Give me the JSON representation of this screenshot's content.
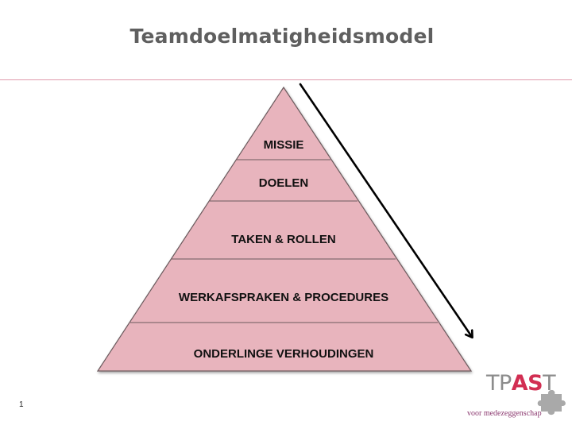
{
  "slide": {
    "title": "Teamdoelmatigheidsmodel",
    "page_number": "1"
  },
  "pyramid": {
    "fill_color": "#e8b4bd",
    "line_color": "#6b5a5d",
    "levels": [
      "MISSIE",
      "DOELEN",
      "TAKEN & ROLLEN",
      "WERKAFSPRAKEN & PROCEDURES",
      "ONDERLINGE VERHOUDINGEN"
    ]
  },
  "arrow": {
    "color": "#000000"
  },
  "logo": {
    "word_prefix": "TP",
    "word_highlight": "AS",
    "word_suffix": "T",
    "tagline": "voor medezeggenschap",
    "text_color": "#8c8c8c",
    "highlight_color": "#d22e52",
    "puzzle_color": "#a9a9a9"
  }
}
